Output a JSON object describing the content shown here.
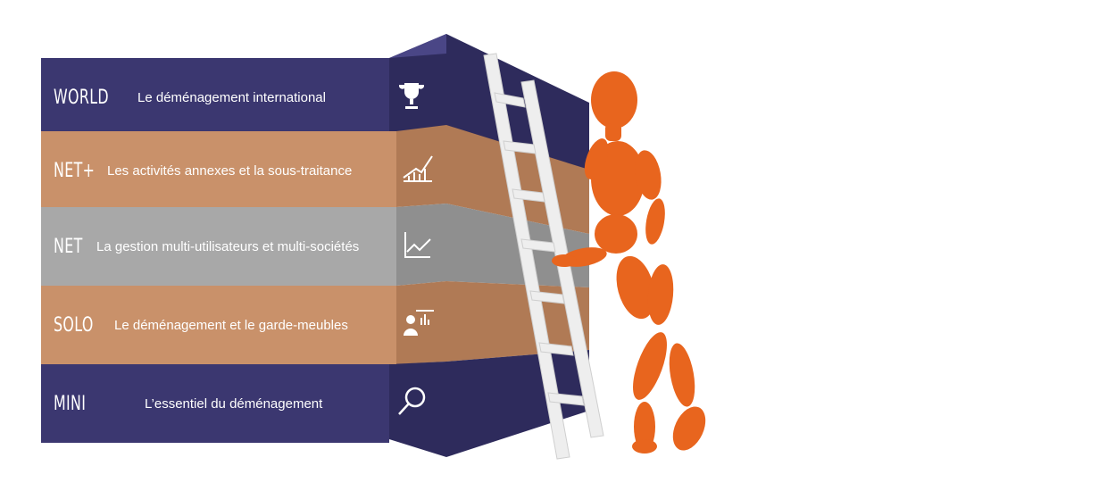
{
  "tiers": [
    {
      "name": "WORLD",
      "description": "Le déménagement international",
      "icon": "trophy-icon"
    },
    {
      "name": "NET+",
      "description": "Les activités annexes et la sous-traitance",
      "icon": "growth-chart-icon"
    },
    {
      "name": "NET",
      "description": "La gestion multi-utilisateurs et multi-sociétés",
      "icon": "line-chart-icon"
    },
    {
      "name": "SOLO",
      "description": "Le déménagement et le garde-meubles",
      "icon": "presenter-icon"
    },
    {
      "name": "MINI",
      "description": "L’essentiel du déménagement",
      "icon": "magnifier-icon"
    }
  ],
  "colors": {
    "navy": "#3b3770",
    "tan": "#c9916a",
    "grey": "#a8a8a8",
    "figure": "#e8651e",
    "ladder": "#e9e9e9"
  }
}
